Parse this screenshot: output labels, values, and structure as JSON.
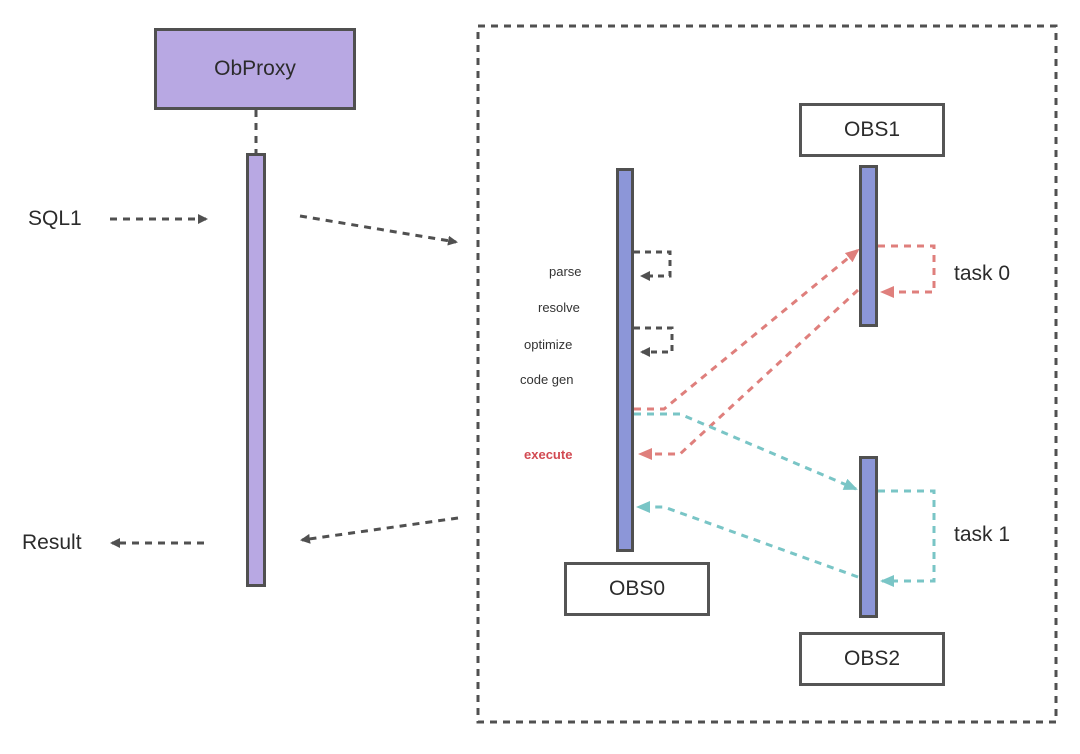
{
  "proxy": {
    "label": "ObProxy"
  },
  "client": {
    "request": "SQL1",
    "response": "Result"
  },
  "nodes": {
    "obs0": "OBS0",
    "obs1": "OBS1",
    "obs2": "OBS2"
  },
  "phases": {
    "parse": "parse",
    "resolve": "resolve",
    "optimize": "optimize",
    "codegen": "code gen",
    "execute": "execute"
  },
  "tasks": {
    "task0": "task 0",
    "task1": "task 1"
  },
  "colors": {
    "arrow_gray": "#505050",
    "arrow_red": "#df7f7c",
    "arrow_teal": "#79c5c6",
    "proxy_fill": "#b8a8e3",
    "bar_blue": "#8c96d8",
    "execute_text": "#d24a52"
  }
}
